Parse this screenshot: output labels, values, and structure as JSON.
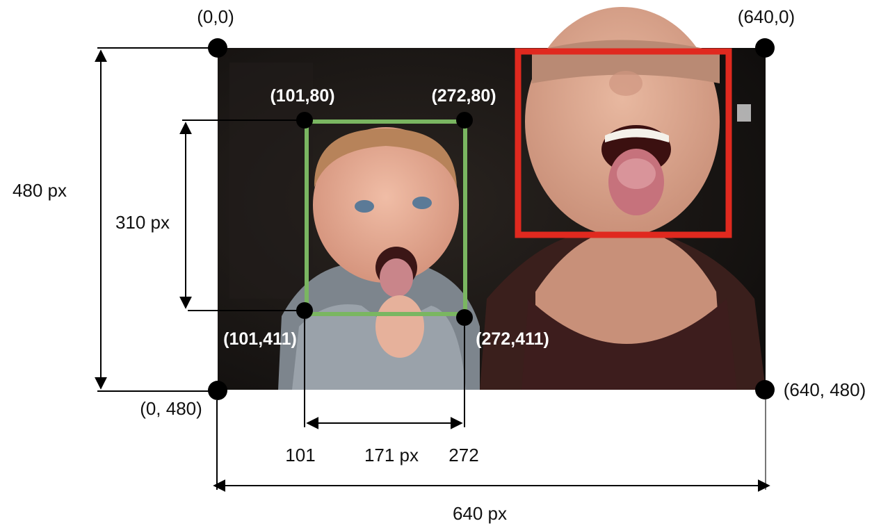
{
  "corner_labels": {
    "top_left": "(0,0)",
    "top_right": "(640,0)",
    "bottom_left": "(0, 480)",
    "bottom_right": "(640, 480)"
  },
  "green_box_labels": {
    "top_left": "(101,80)",
    "top_right": "(272,80)",
    "bottom_left": "(101,411)",
    "bottom_right": "(272,411)"
  },
  "dimension_labels": {
    "image_height": "480 px",
    "box_height": "310 px",
    "box_left_x": "101",
    "box_width": "171 px",
    "box_right_x": "272",
    "image_width": "640 px"
  },
  "colors": {
    "green_box": "#7ab661",
    "red_box": "#e0291f",
    "photo_background": "#1b1715"
  }
}
